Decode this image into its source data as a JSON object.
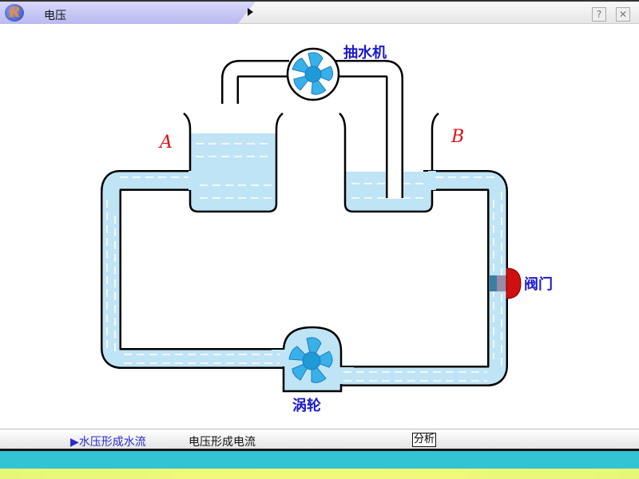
{
  "window": {
    "title": "电压",
    "logo_letter": "R",
    "help_label": "?",
    "close_label": "✕"
  },
  "diagram": {
    "pump_label": "抽水机",
    "turbine_label": "涡轮",
    "valve_label": "阀门",
    "tank_a_label": "A",
    "tank_b_label": "B"
  },
  "bottom_nav": {
    "items": [
      {
        "label": "▶水压形成水流",
        "active": true
      },
      {
        "label": "电压形成电流",
        "active": false
      }
    ],
    "analyze_button": "分析"
  },
  "colors": {
    "water": "#bfe4f5",
    "nav_active": "#2a2acc",
    "footer_cyan": "#33c4d3",
    "footer_yellow": "#eaf87a"
  }
}
